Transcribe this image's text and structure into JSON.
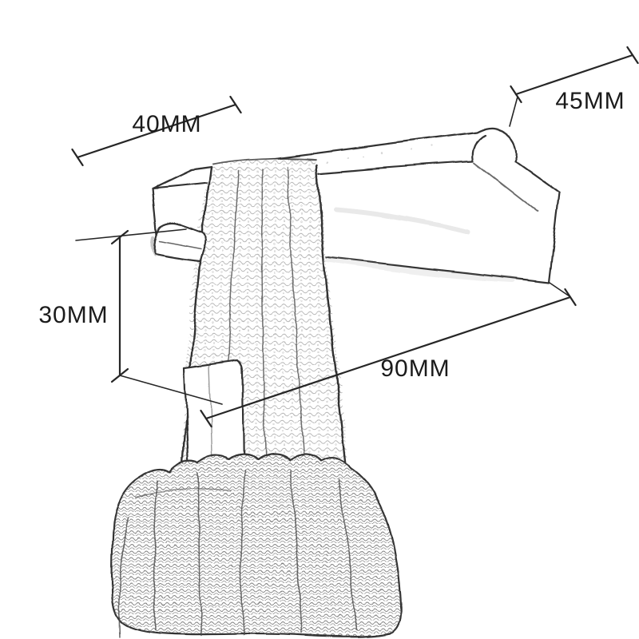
{
  "figure": {
    "type": "dimension-sketch",
    "subject": "Pencil sketch of a wall-mounted robe hook with a towel hanging from the left hook"
  },
  "colors": {
    "background": "#ffffff",
    "ink": "#2f2f2f",
    "label": "#1b1b1b"
  },
  "dimensions": {
    "width": {
      "label": "40MM"
    },
    "depth": {
      "label": "45MM"
    },
    "height": {
      "label": "30MM"
    },
    "length": {
      "label": "90MM"
    }
  }
}
